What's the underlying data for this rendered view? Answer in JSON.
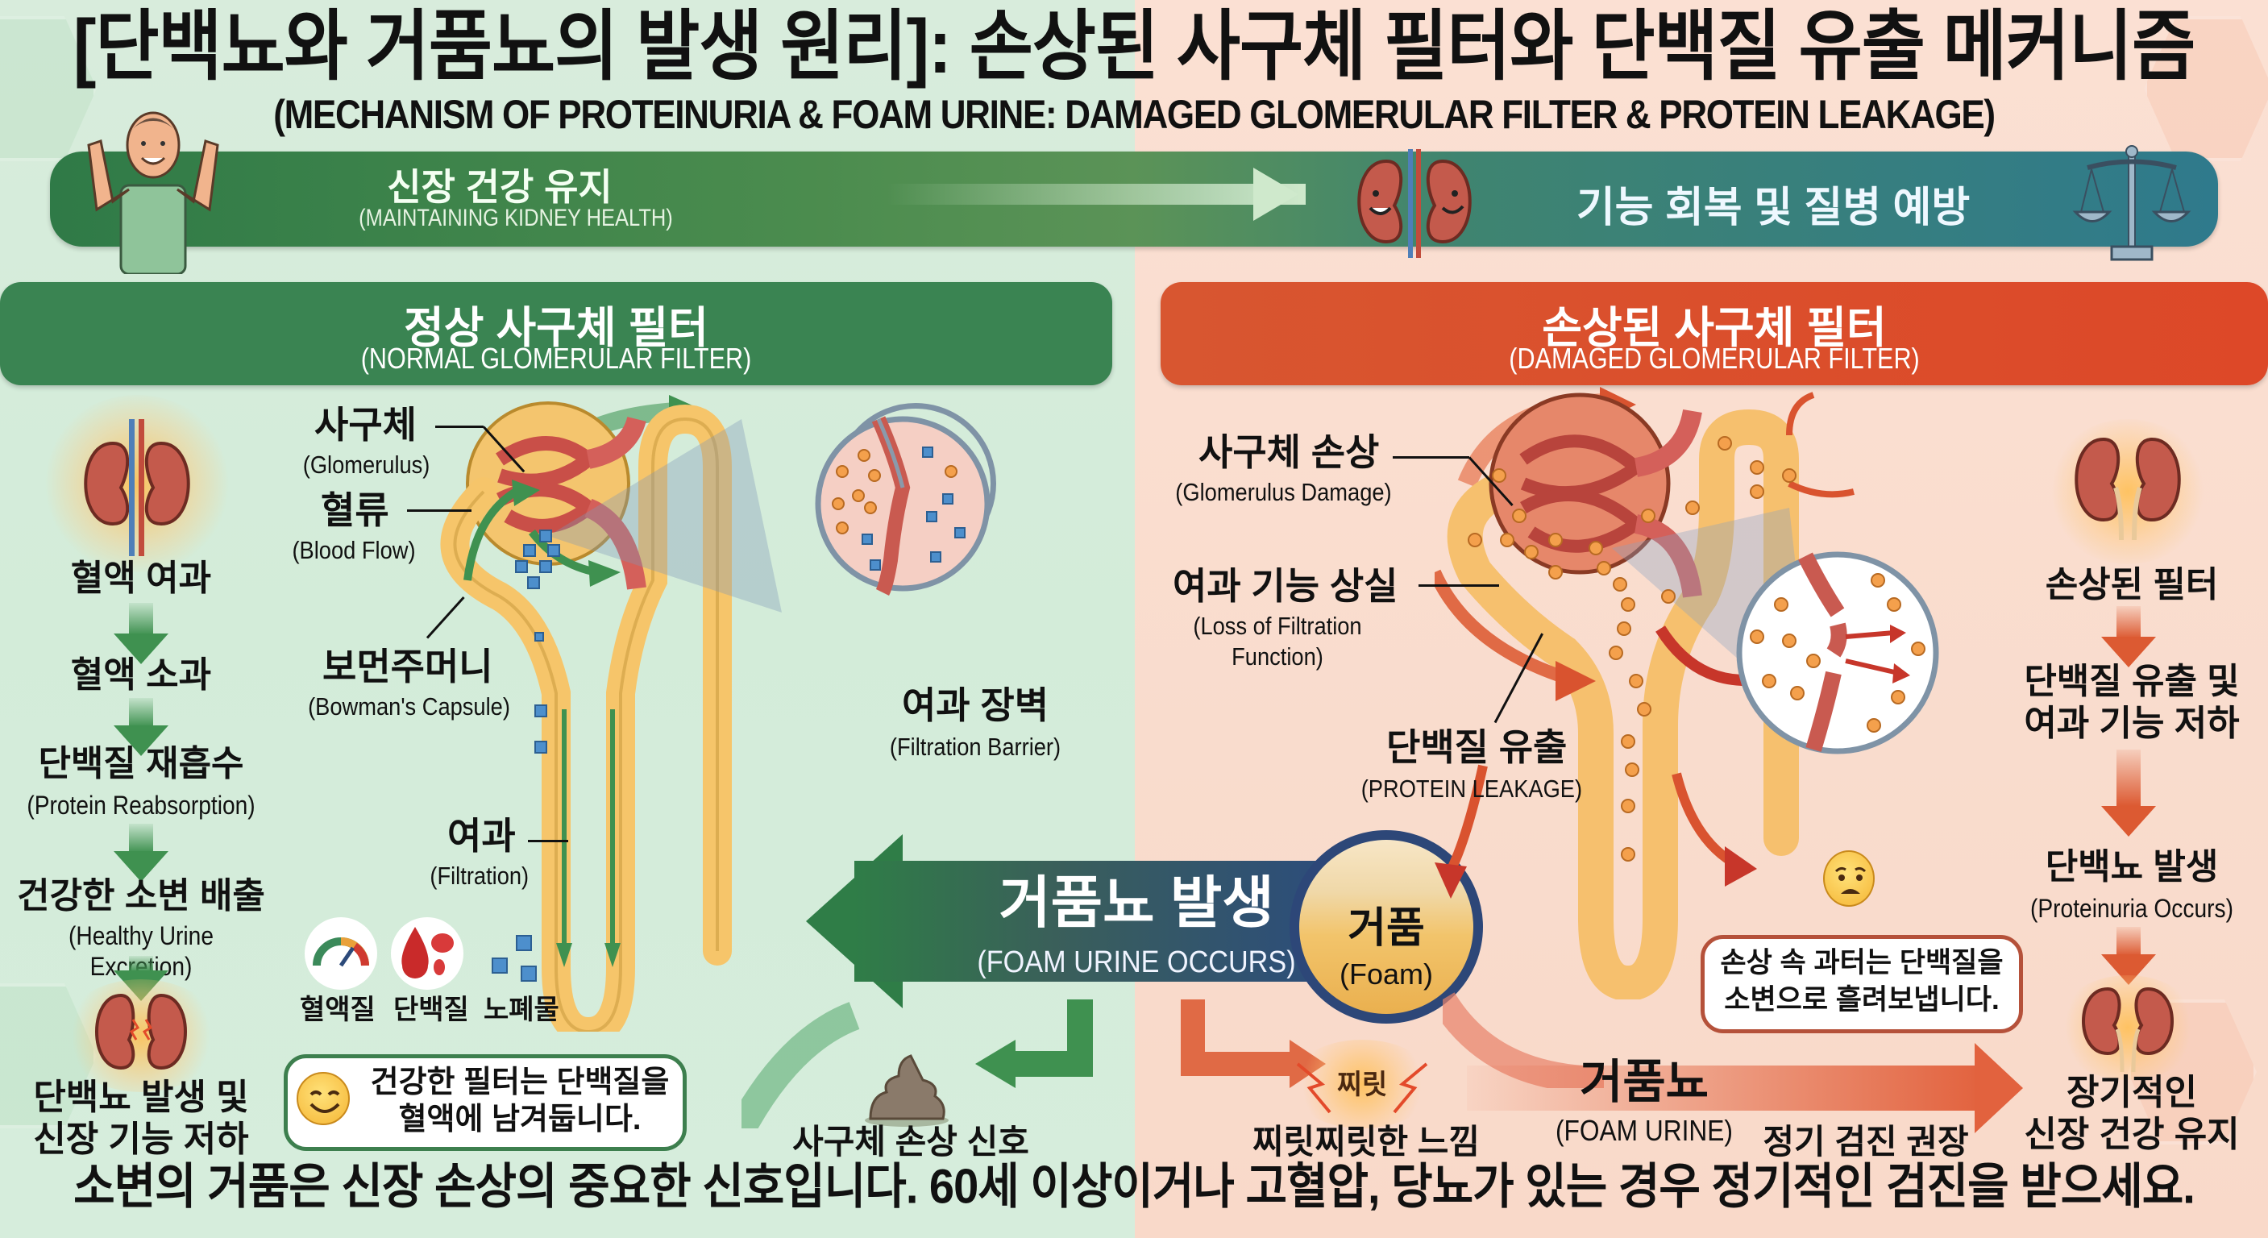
{
  "title": {
    "ko": "[단백뇨와 거품뇨의 발생 원리]: 손상된 사구체 필터와 단백질 유출 메커니즘",
    "en": "(MECHANISM OF PROTEINURIA & FOAM URINE: DAMAGED GLOMERULAR FILTER & PROTEIN LEAKAGE)"
  },
  "banner": {
    "left_ko": "신장 건강 유지",
    "left_en": "(MAINTAINING KIDNEY HEALTH)",
    "right_ko": "기능 회복 및 질병 예방",
    "icons": [
      "person-flexing-icon",
      "arrow-right-icon",
      "happy-kidneys-icon",
      "balance-scale-icon"
    ]
  },
  "normal": {
    "header_ko": "정상 사구체 필터",
    "header_en": "(NORMAL GLOMERULAR FILTER)",
    "flow": [
      {
        "ko": "혈액 여과",
        "en": ""
      },
      {
        "ko": "혈액 소과",
        "en": ""
      },
      {
        "ko": "단백질 재흡수",
        "en": "(Protein Reabsorption)"
      },
      {
        "ko": "건강한 소변 배출",
        "en": "(Healthy Urine Excretion)"
      },
      {
        "ko": "단백뇨 발생 및\n신장 기능 저하",
        "en": ""
      }
    ],
    "labels": {
      "glomerulus_ko": "사구체",
      "glomerulus_en": "(Glomerulus)",
      "bloodflow_ko": "혈류",
      "bloodflow_en": "(Blood Flow)",
      "bowman_ko": "보먼주머니",
      "bowman_en": "(Bowman's Capsule)",
      "filtration_ko": "여과",
      "filtration_en": "(Filtration)",
      "barrier_ko": "여과 장벽",
      "barrier_en": "(Filtration Barrier)"
    },
    "legend": [
      {
        "label": "혈액질",
        "icon": "gauge-icon"
      },
      {
        "label": "단백질",
        "icon": "blood-drop-icon"
      },
      {
        "label": "노폐물",
        "icon": "waste-squares-icon"
      }
    ],
    "speech": "건강한 필터는 단백질을\n혈액에 남겨둡니다."
  },
  "center": {
    "foam_ko": "거품뇨 발생",
    "foam_en": "(FOAM URINE OCCURS)",
    "foam_circle_ko": "거품",
    "foam_circle_en": "(Foam)",
    "signal_ko": "사구체 손상 신호"
  },
  "damaged": {
    "header_ko": "손상된 사구체 필터",
    "header_en": "(DAMAGED GLOMERULAR FILTER)",
    "labels": {
      "damage_ko": "사구체 손상",
      "damage_en": "(Glomerulus Damage)",
      "loss_ko": "여과 기능 상실",
      "loss_en": "(Loss of Filtration\nFunction)",
      "leak_ko": "단백질 유출",
      "leak_en": "(PROTEIN LEAKAGE)"
    },
    "speech": "손상 속 과터는 단백질을\n소변으로 흘려보냅니다.",
    "tingle_ko": "찌릿찌릿한 느낌",
    "tingle_icon_text": "찌릿",
    "foam_urine_ko": "거품뇨",
    "foam_urine_en": "(FOAM URINE)",
    "checkup_ko": "정기 검진 권장",
    "flow": [
      {
        "ko": "손상된 필터",
        "en": ""
      },
      {
        "ko": "단백질 유출 및\n여과 기능 저하",
        "en": ""
      },
      {
        "ko": "단백뇨 발생",
        "en": "(Proteinuria Occurs)"
      },
      {
        "ko": "장기적인\n신장 건강 유지",
        "en": ""
      }
    ]
  },
  "footer": {
    "message": "소변의 거품은 신장 손상의 중요한 신호입니다. 60세 이상이거나 고혈압, 당뇨가 있는 경우 정기적인 검진을 받으세요."
  },
  "colors": {
    "green_bg": "#d6ecdb",
    "red_bg": "#fadccd",
    "green_header": "#3a8452",
    "red_header": "#dc4d2b",
    "navy": "#2d4778",
    "tube": "#f6c56a",
    "protein_dot": "#f4a04c",
    "waste_square": "#4d8fcc"
  }
}
